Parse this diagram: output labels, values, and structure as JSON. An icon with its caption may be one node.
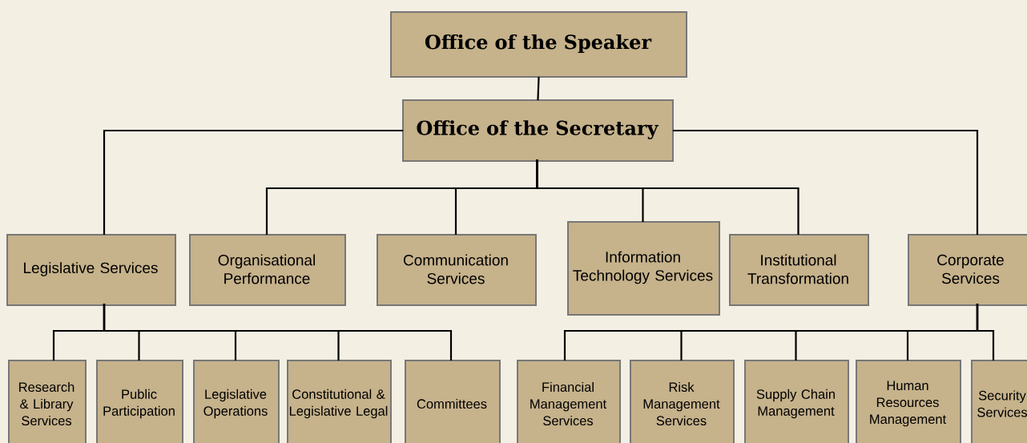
{
  "diagram": {
    "nodes": [
      {
        "text": [
          "Office of the Speaker"
        ]
      },
      {
        "text": [
          "Office of the Secretary"
        ]
      },
      {
        "text": [
          "Legislative Services"
        ]
      },
      {
        "text": [
          "Organisational Performance"
        ]
      },
      {
        "text": [
          "Communication Services"
        ]
      },
      {
        "text": [
          "Information Technology Services"
        ]
      },
      {
        "text": [
          "Institutional Transformation"
        ]
      },
      {
        "text": [
          "Corporate Services"
        ]
      },
      {
        "text": [
          "Research & Library Services"
        ]
      },
      {
        "text": [
          "Public Participation"
        ]
      },
      {
        "text": [
          "Legislative Operations"
        ]
      },
      {
        "text": [
          "Constitutional & Legislative Legal"
        ]
      },
      {
        "text": [
          "Committees"
        ]
      },
      {
        "text": [
          "Financial Management Services"
        ]
      },
      {
        "text": [
          "Risk Management Services"
        ]
      },
      {
        "text": [
          "Supply Chain Management"
        ]
      },
      {
        "text": [
          "Human Resources Management"
        ]
      },
      {
        "text": [
          "Security Services"
        ]
      }
    ],
    "edges": [
      {
        "from": 0,
        "to": 1,
        "arrow": "none"
      },
      {
        "from": 1,
        "to": 2,
        "arrow": "none"
      },
      {
        "from": 1,
        "to": 3,
        "arrow": "none"
      },
      {
        "from": 1,
        "to": 4,
        "arrow": "none"
      },
      {
        "from": 1,
        "to": 5,
        "arrow": "none"
      },
      {
        "from": 1,
        "to": 6,
        "arrow": "none"
      },
      {
        "from": 1,
        "to": 7,
        "arrow": "none"
      },
      {
        "from": 2,
        "to": 8,
        "arrow": "none"
      },
      {
        "from": 2,
        "to": 9,
        "arrow": "none"
      },
      {
        "from": 2,
        "to": 10,
        "arrow": "none"
      },
      {
        "from": 2,
        "to": 11,
        "arrow": "none"
      },
      {
        "from": 2,
        "to": 12,
        "arrow": "none"
      },
      {
        "from": 7,
        "to": 13,
        "arrow": "none"
      },
      {
        "from": 7,
        "to": 14,
        "arrow": "none"
      },
      {
        "from": 7,
        "to": 15,
        "arrow": "none"
      },
      {
        "from": 7,
        "to": 16,
        "arrow": "none"
      },
      {
        "from": 7,
        "to": 17,
        "arrow": "none"
      }
    ]
  }
}
